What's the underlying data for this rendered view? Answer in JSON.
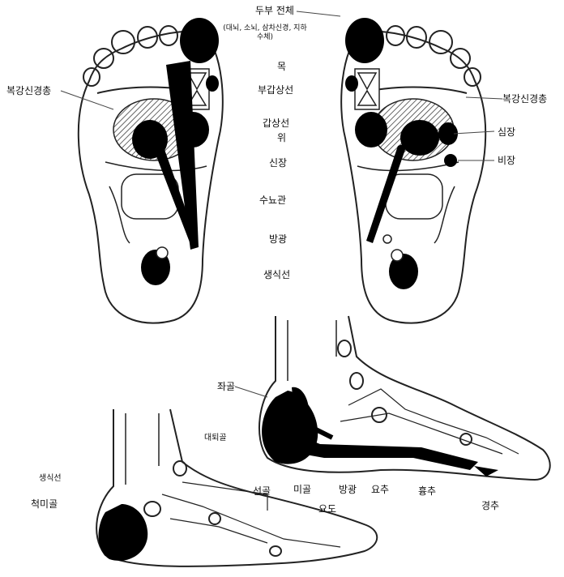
{
  "labels": {
    "head": "두부 전체",
    "head_sub": "(대뇌, 소뇌, 삼차신경, 지하수체)",
    "neck": "목",
    "parathyroid": "부갑상선",
    "thyroid": "갑상선",
    "stomach": "위",
    "kidney": "신장",
    "ureter": "수뇨관",
    "bladder": "방광",
    "gonad": "생식선",
    "solar_left": "복강신경총",
    "solar_right": "복강신경총",
    "heart": "심장",
    "spleen": "비장",
    "achilles": "좌골",
    "hip_joint": "대퇴골",
    "gonad_side": "생식선",
    "coccyx": "척미골",
    "sacrum": "선골",
    "tailbone": "미골",
    "bladder_side": "방광",
    "lumbar": "요추",
    "lumbar2": "요도",
    "thoracic": "흉추",
    "cervical": "경추"
  }
}
